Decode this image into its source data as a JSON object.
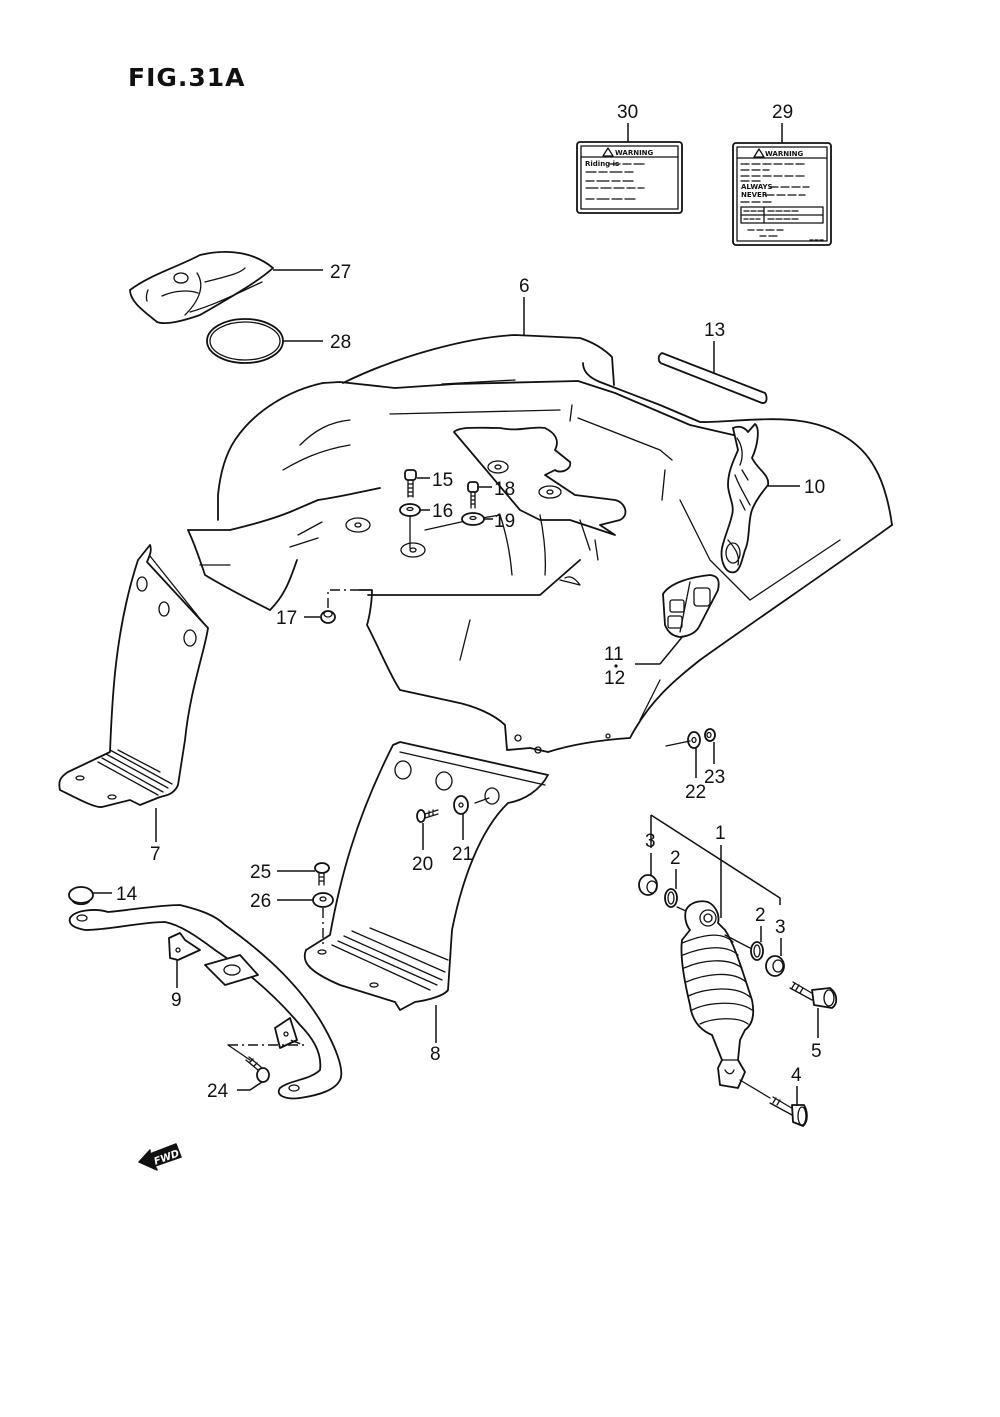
{
  "figure": {
    "title": "FIG.31A",
    "direction_indicator": "FWD"
  },
  "labels": {
    "warning_30": {
      "part_no": "30",
      "heading": "WARNING",
      "first_line": "Riding is"
    },
    "warning_29": {
      "part_no": "29",
      "heading": "WARNING",
      "always": "ALWAYS",
      "never": "NEVER"
    }
  },
  "callouts": [
    {
      "id": "1",
      "part": "rear-shock-absorber"
    },
    {
      "id": "2",
      "part": "washer-upper-left"
    },
    {
      "id": "2",
      "part": "washer-upper-right"
    },
    {
      "id": "3",
      "part": "bushing-left"
    },
    {
      "id": "3",
      "part": "bushing-right"
    },
    {
      "id": "4",
      "part": "lower-bolt"
    },
    {
      "id": "5",
      "part": "upper-bolt"
    },
    {
      "id": "6",
      "part": "rear-fender"
    },
    {
      "id": "7",
      "part": "left-footrest-mudguard"
    },
    {
      "id": "8",
      "part": "right-footrest-mudguard"
    },
    {
      "id": "9",
      "part": "rear-carrier-bar"
    },
    {
      "id": "10",
      "part": "emblem-decal"
    },
    {
      "id": "11",
      "part": "model-badge"
    },
    {
      "id": "12",
      "part": "model-badge-alt"
    },
    {
      "id": "13",
      "part": "tape-strip"
    },
    {
      "id": "14",
      "part": "cap"
    },
    {
      "id": "15",
      "part": "bolt"
    },
    {
      "id": "16",
      "part": "washer"
    },
    {
      "id": "17",
      "part": "nut"
    },
    {
      "id": "18",
      "part": "bolt"
    },
    {
      "id": "19",
      "part": "washer"
    },
    {
      "id": "20",
      "part": "screw"
    },
    {
      "id": "21",
      "part": "washer"
    },
    {
      "id": "22",
      "part": "washer"
    },
    {
      "id": "23",
      "part": "nut"
    },
    {
      "id": "24",
      "part": "bolt"
    },
    {
      "id": "25",
      "part": "screw"
    },
    {
      "id": "26",
      "part": "washer"
    },
    {
      "id": "27",
      "part": "tool-bag"
    },
    {
      "id": "28",
      "part": "band"
    },
    {
      "id": "29",
      "part": "warning-label"
    },
    {
      "id": "30",
      "part": "warning-label"
    }
  ]
}
